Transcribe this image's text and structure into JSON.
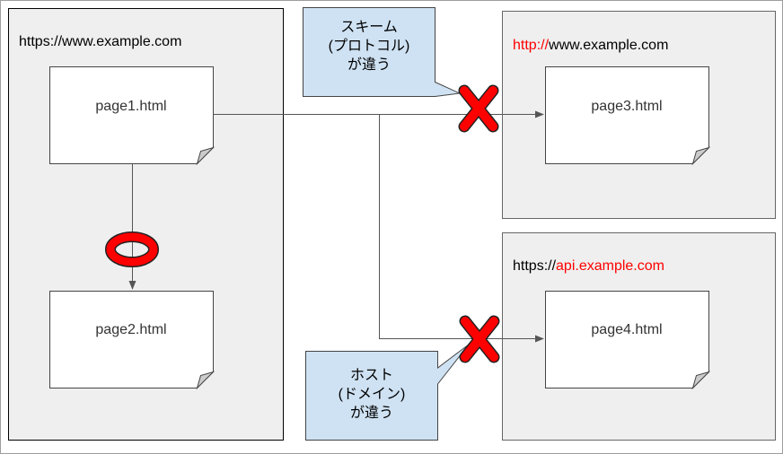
{
  "origins": {
    "source": {
      "url": "https://www.example.com"
    },
    "target_scheme": {
      "scheme": "http://",
      "rest": "www.example.com"
    },
    "target_host": {
      "scheme": "https://",
      "host": "api.example.com"
    }
  },
  "pages": {
    "page1": "page1.html",
    "page2": "page2.html",
    "page3": "page3.html",
    "page4": "page4.html"
  },
  "callouts": {
    "scheme": {
      "line1": "スキーム",
      "line2": "(プロトコル)",
      "line3": "が違う"
    },
    "host": {
      "line1": "ホスト",
      "line2": "(ドメイン)",
      "line3": "が違う"
    }
  },
  "colors": {
    "box_fill": "#efefef",
    "callout_fill": "#cfe2f3",
    "mark_red": "#ff0000",
    "highlight_text": "#ff0000"
  }
}
